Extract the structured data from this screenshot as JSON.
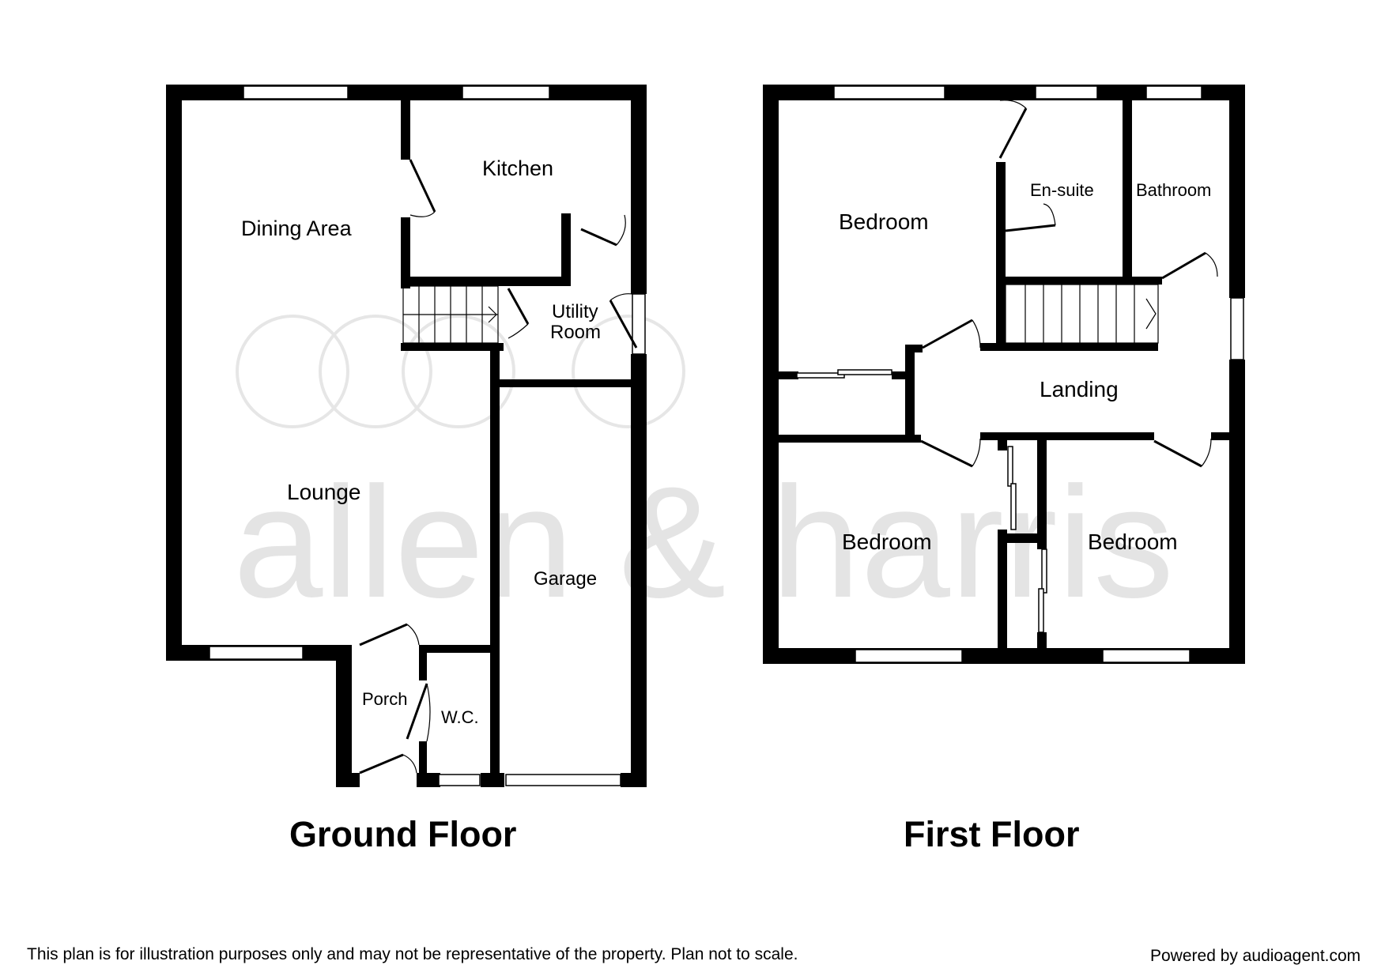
{
  "watermark": {
    "text": "allen & harris"
  },
  "ground_floor": {
    "title": "Ground Floor",
    "rooms": {
      "dining": "Dining Area",
      "kitchen": "Kitchen",
      "utility_line1": "Utility",
      "utility_line2": "Room",
      "lounge": "Lounge",
      "garage": "Garage",
      "porch": "Porch",
      "wc": "W.C."
    }
  },
  "first_floor": {
    "title": "First Floor",
    "rooms": {
      "bedroom_main": "Bedroom",
      "ensuite": "En-suite",
      "bathroom": "Bathroom",
      "landing": "Landing",
      "bedroom_left": "Bedroom",
      "bedroom_right": "Bedroom"
    }
  },
  "footer": {
    "disclaimer": "This plan is for illustration purposes only and may not be representative of the property. Plan not to scale.",
    "powered_by": "Powered by audioagent.com"
  }
}
